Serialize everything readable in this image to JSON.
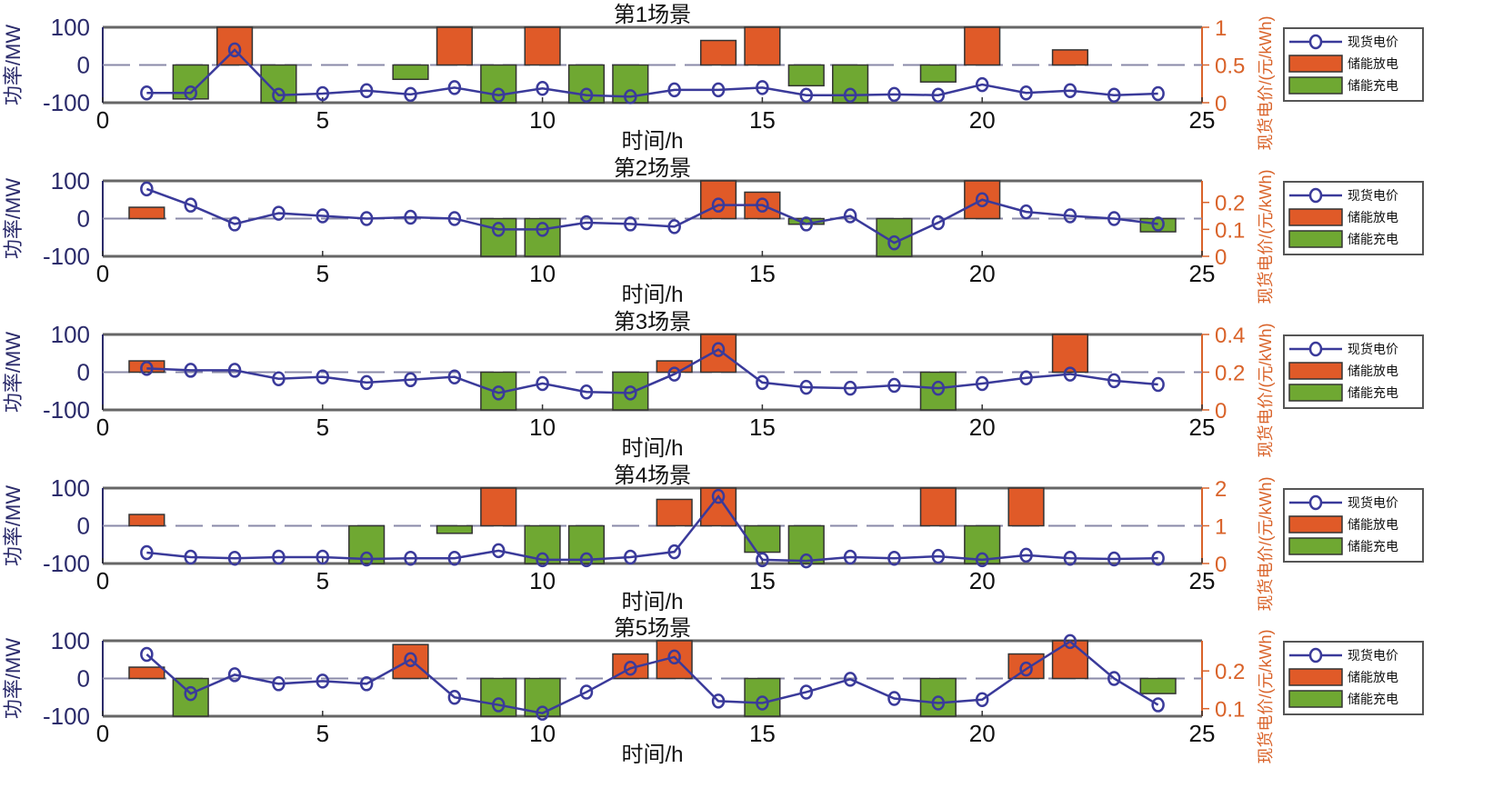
{
  "colors": {
    "discharge": "#e05a28",
    "charge": "#6fa832",
    "price": "#3a3a9a",
    "left_axis": "#2b2b6b",
    "right_axis": "#d9632a"
  },
  "chart_data": [
    {
      "type": "bar+line",
      "title": "第1场景",
      "xlabel": "时间/h",
      "ylabel": "功率/MW",
      "ylabel_right": "现货电价/(元/kWh)",
      "xlim": [
        0,
        25
      ],
      "xticks": [
        0,
        5,
        10,
        15,
        20,
        25
      ],
      "ylim": [
        -100,
        100
      ],
      "yticks": [
        -100,
        0,
        100
      ],
      "ylim_right": [
        0,
        1
      ],
      "yticks_right": [
        0,
        0.5,
        1
      ],
      "legend": [
        "现货电价",
        "储能放电",
        "储能充电"
      ],
      "legend_position": "outside-right",
      "hours": [
        1,
        2,
        3,
        4,
        5,
        6,
        7,
        8,
        9,
        10,
        11,
        12,
        13,
        14,
        15,
        16,
        17,
        18,
        19,
        20,
        21,
        22,
        23,
        24
      ],
      "power": [
        0,
        -90,
        100,
        -100,
        0,
        0,
        -38,
        100,
        -100,
        100,
        -100,
        -100,
        0,
        65,
        100,
        -55,
        -100,
        0,
        -45,
        100,
        0,
        40,
        0,
        0
      ],
      "price": [
        0.13,
        0.13,
        0.7,
        0.1,
        0.12,
        0.16,
        0.11,
        0.2,
        0.1,
        0.19,
        0.1,
        0.08,
        0.17,
        0.17,
        0.2,
        0.1,
        0.1,
        0.11,
        0.1,
        0.24,
        0.13,
        0.16,
        0.1,
        0.12
      ]
    },
    {
      "type": "bar+line",
      "title": "第2场景",
      "xlabel": "时间/h",
      "ylabel": "功率/MW",
      "ylabel_right": "现货电价/(元/kWh)",
      "xlim": [
        0,
        25
      ],
      "xticks": [
        0,
        5,
        10,
        15,
        20,
        25
      ],
      "ylim": [
        -100,
        100
      ],
      "yticks": [
        -100,
        0,
        100
      ],
      "ylim_right": [
        0,
        0.28
      ],
      "yticks_right": [
        0,
        0.1,
        0.2
      ],
      "legend": [
        "现货电价",
        "储能放电",
        "储能充电"
      ],
      "legend_position": "outside-right",
      "hours": [
        1,
        2,
        3,
        4,
        5,
        6,
        7,
        8,
        9,
        10,
        11,
        12,
        13,
        14,
        15,
        16,
        17,
        18,
        19,
        20,
        21,
        22,
        23,
        24
      ],
      "power": [
        30,
        0,
        0,
        0,
        0,
        0,
        0,
        0,
        -100,
        -100,
        0,
        0,
        0,
        100,
        70,
        -15,
        0,
        -100,
        0,
        100,
        0,
        0,
        0,
        -35
      ],
      "price": [
        0.25,
        0.19,
        0.12,
        0.16,
        0.15,
        0.14,
        0.145,
        0.14,
        0.1,
        0.1,
        0.125,
        0.12,
        0.11,
        0.19,
        0.19,
        0.12,
        0.15,
        0.05,
        0.125,
        0.21,
        0.165,
        0.15,
        0.14,
        0.12
      ]
    },
    {
      "type": "bar+line",
      "title": "第3场景",
      "xlabel": "时间/h",
      "ylabel": "功率/MW",
      "ylabel_right": "现货电价/(元/kWh)",
      "xlim": [
        0,
        25
      ],
      "xticks": [
        0,
        5,
        10,
        15,
        20,
        25
      ],
      "ylim": [
        -100,
        100
      ],
      "yticks": [
        -100,
        0,
        100
      ],
      "ylim_right": [
        0,
        0.4
      ],
      "yticks_right": [
        0,
        0.2,
        0.4
      ],
      "legend": [
        "现货电价",
        "储能放电",
        "储能充电"
      ],
      "legend_position": "outside-right",
      "hours": [
        1,
        2,
        3,
        4,
        5,
        6,
        7,
        8,
        9,
        10,
        11,
        12,
        13,
        14,
        15,
        16,
        17,
        18,
        19,
        20,
        21,
        22,
        23,
        24
      ],
      "power": [
        30,
        0,
        0,
        0,
        0,
        0,
        0,
        0,
        -100,
        0,
        0,
        -100,
        30,
        100,
        0,
        0,
        0,
        0,
        -100,
        0,
        0,
        100,
        0,
        0
      ],
      "price": [
        0.22,
        0.21,
        0.21,
        0.165,
        0.175,
        0.145,
        0.16,
        0.175,
        0.09,
        0.14,
        0.095,
        0.09,
        0.19,
        0.32,
        0.145,
        0.12,
        0.115,
        0.13,
        0.115,
        0.14,
        0.17,
        0.19,
        0.155,
        0.135
      ]
    },
    {
      "type": "bar+line",
      "title": "第4场景",
      "xlabel": "时间/h",
      "ylabel": "功率/MW",
      "ylabel_right": "现货电价/(元/kWh)",
      "xlim": [
        0,
        25
      ],
      "xticks": [
        0,
        5,
        10,
        15,
        20,
        25
      ],
      "ylim": [
        -100,
        100
      ],
      "yticks": [
        -100,
        0,
        100
      ],
      "ylim_right": [
        0,
        2
      ],
      "yticks_right": [
        0,
        1,
        2
      ],
      "legend": [
        "现货电价",
        "储能放电",
        "储能充电"
      ],
      "legend_position": "outside-right",
      "hours": [
        1,
        2,
        3,
        4,
        5,
        6,
        7,
        8,
        9,
        10,
        11,
        12,
        13,
        14,
        15,
        16,
        17,
        18,
        19,
        20,
        21,
        22,
        23,
        24
      ],
      "power": [
        30,
        0,
        0,
        0,
        0,
        -100,
        0,
        -20,
        100,
        -100,
        -100,
        0,
        70,
        100,
        -70,
        -100,
        0,
        0,
        100,
        -100,
        100,
        0,
        0,
        0
      ],
      "price": [
        0.29,
        0.17,
        0.14,
        0.17,
        0.17,
        0.12,
        0.14,
        0.14,
        0.34,
        0.1,
        0.1,
        0.17,
        0.31,
        1.78,
        0.1,
        0.07,
        0.17,
        0.14,
        0.19,
        0.1,
        0.22,
        0.14,
        0.12,
        0.14
      ]
    },
    {
      "type": "bar+line",
      "title": "第5场景",
      "xlabel": "时间/h",
      "ylabel": "功率/MW",
      "ylabel_right": "现货电价/(元/kWh)",
      "xlim": [
        0,
        25
      ],
      "xticks": [
        0,
        5,
        10,
        15,
        20,
        25
      ],
      "ylim": [
        -100,
        100
      ],
      "yticks": [
        -100,
        0,
        100
      ],
      "ylim_right": [
        0.08,
        0.28
      ],
      "yticks_right": [
        0.1,
        0.2
      ],
      "legend": [
        "现货电价",
        "储能放电",
        "储能充电"
      ],
      "legend_position": "outside-right",
      "hours": [
        1,
        2,
        3,
        4,
        5,
        6,
        7,
        8,
        9,
        10,
        11,
        12,
        13,
        14,
        15,
        16,
        17,
        18,
        19,
        20,
        21,
        22,
        23,
        24
      ],
      "power": [
        30,
        -100,
        0,
        0,
        0,
        0,
        90,
        0,
        -100,
        -100,
        0,
        65,
        100,
        0,
        -100,
        0,
        0,
        0,
        -100,
        0,
        65,
        100,
        0,
        -40
      ],
      "price": [
        0.244,
        0.14,
        0.19,
        0.166,
        0.173,
        0.166,
        0.23,
        0.13,
        0.11,
        0.088,
        0.144,
        0.207,
        0.237,
        0.12,
        0.115,
        0.144,
        0.178,
        0.127,
        0.115,
        0.124,
        0.205,
        0.278,
        0.18,
        0.11
      ]
    }
  ]
}
